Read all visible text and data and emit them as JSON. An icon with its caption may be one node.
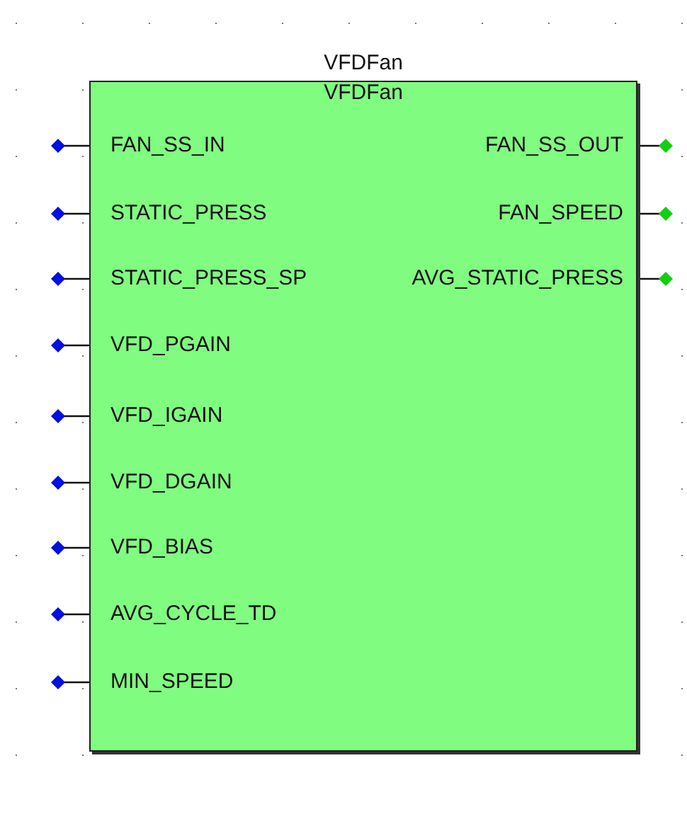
{
  "diagram": {
    "nodes": [
      {
        "text": [
          "VFDFan",
          "VFDFan"
        ]
      }
    ],
    "labels": [
      "FAN_SS_IN",
      "FAN_SS_OUT",
      "STATIC_PRESS",
      "FAN_SPEED",
      "STATIC_PRESS_SP",
      "AVG_STATIC_PRESS",
      "VFD_PGAIN",
      "VFD_IGAIN",
      "VFD_DGAIN",
      "VFD_BIAS",
      "AVG_CYCLE_TD",
      "MIN_SPEED"
    ]
  }
}
